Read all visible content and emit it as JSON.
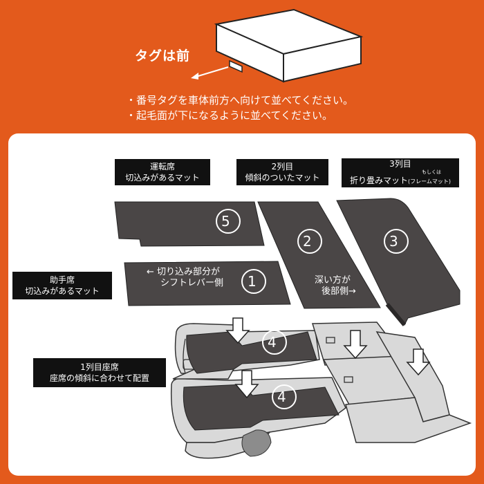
{
  "header": {
    "tag_label": "タグは前",
    "bullets": [
      "・番号タグを車体前方へ向けて並べてください。",
      "・起毛面が下になるように並べてください。"
    ]
  },
  "labels": {
    "driver": {
      "line1": "運転席",
      "line2": "切込みがあるマット"
    },
    "second_row": {
      "line1": "2列目",
      "line2": "傾斜のついたマット"
    },
    "third_row": {
      "line1": "3列目",
      "line2": "折り畳みマット",
      "note": "(フレームマット)",
      "ruby": "もしくは"
    },
    "passenger": {
      "line1": "助手席",
      "line2": "切込みがあるマット"
    },
    "first_row": {
      "line1": "1列目座席",
      "line2": "座席の傾斜に合わせて配置"
    }
  },
  "mats": {
    "m1": {
      "number": "1",
      "note_line1": "← 切り込み部分が",
      "note_line2": "シフトレバー側"
    },
    "m2": {
      "number": "2",
      "note_line1": "深い方が",
      "note_line2": "後部側→"
    },
    "m3": {
      "number": "3"
    },
    "m4a": {
      "number": "4"
    },
    "m4b": {
      "number": "4"
    },
    "m5": {
      "number": "5"
    }
  },
  "colors": {
    "background": "#e35a1c",
    "panel": "#ffffff",
    "mat": "#4a4646",
    "label_bg": "#111111",
    "car": "#d9d9d9"
  }
}
